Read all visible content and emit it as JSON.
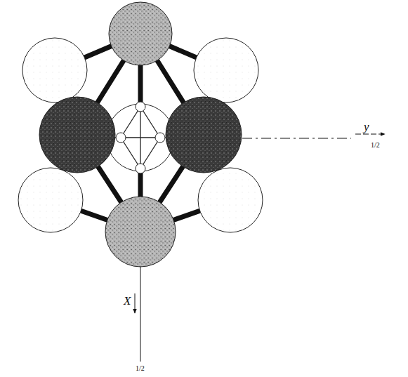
{
  "diagram": {
    "labels": [
      "y",
      "1/2",
      "X",
      "1/2"
    ]
  }
}
